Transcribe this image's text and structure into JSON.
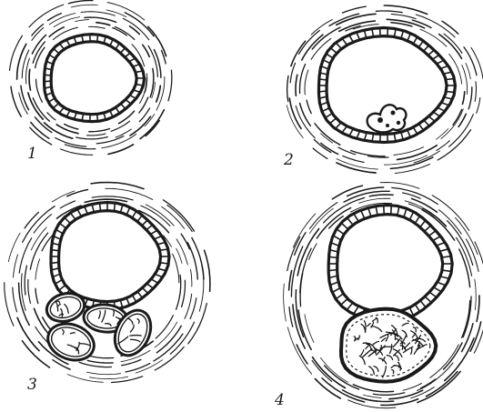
{
  "figure": {
    "ink_color": "#1a1a1a",
    "paper_color": "#ffffff",
    "panels": [
      {
        "label": "1",
        "content": "duct-cross-section-normal"
      },
      {
        "label": "2",
        "content": "duct-cross-section-small-intraluminal-growth"
      },
      {
        "label": "3",
        "content": "duct-cross-section-with-surrounding-nests"
      },
      {
        "label": "4",
        "content": "duct-cross-section-with-large-solid-mass"
      }
    ]
  }
}
